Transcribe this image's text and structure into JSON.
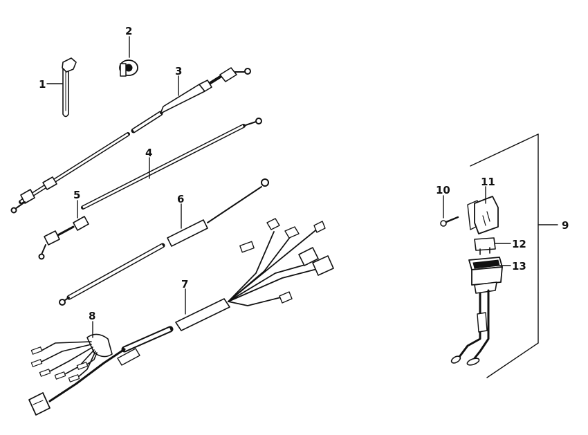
{
  "diagram": {
    "callouts": {
      "c1": "1",
      "c2": "2",
      "c3": "3",
      "c4": "4",
      "c5": "5",
      "c6": "6",
      "c7": "7",
      "c8": "8",
      "c9": "9",
      "c10": "10",
      "c11": "11",
      "c12": "12",
      "c13": "13"
    }
  }
}
